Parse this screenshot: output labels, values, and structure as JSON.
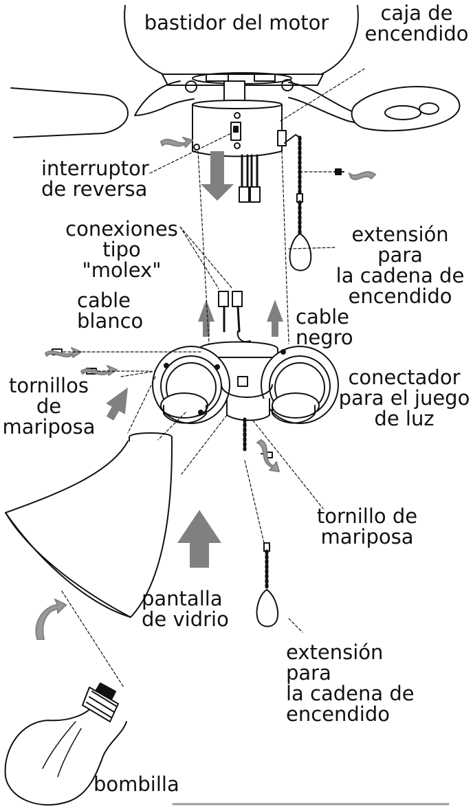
{
  "labels": {
    "motor_housing": "bastidor del motor",
    "switch_housing": "caja de\nencendido",
    "reverse_switch": "interruptor\nde reversa",
    "molex": "conexiones\ntipo \"molex\"",
    "pull_chain_top": "extensión para\nla cadena de\nencendido",
    "white_wire": "cable blanco",
    "black_wire": "cable negro",
    "thumbscrews": "tornillos\nde\nmariposa",
    "light_kit_adapter": "conectador\npara el juego\nde luz",
    "thumbscrew": "tornillo de\nmariposa",
    "glass_shade": "pantalla\nde vidrio",
    "pull_chain_bottom": "extensión para\nla cadena de\nencendido",
    "bulb": "bombilla"
  },
  "colors": {
    "line": "#111111",
    "arrow": "#808080",
    "fill": "#ffffff",
    "footer_rule": "#9a9a9a"
  }
}
